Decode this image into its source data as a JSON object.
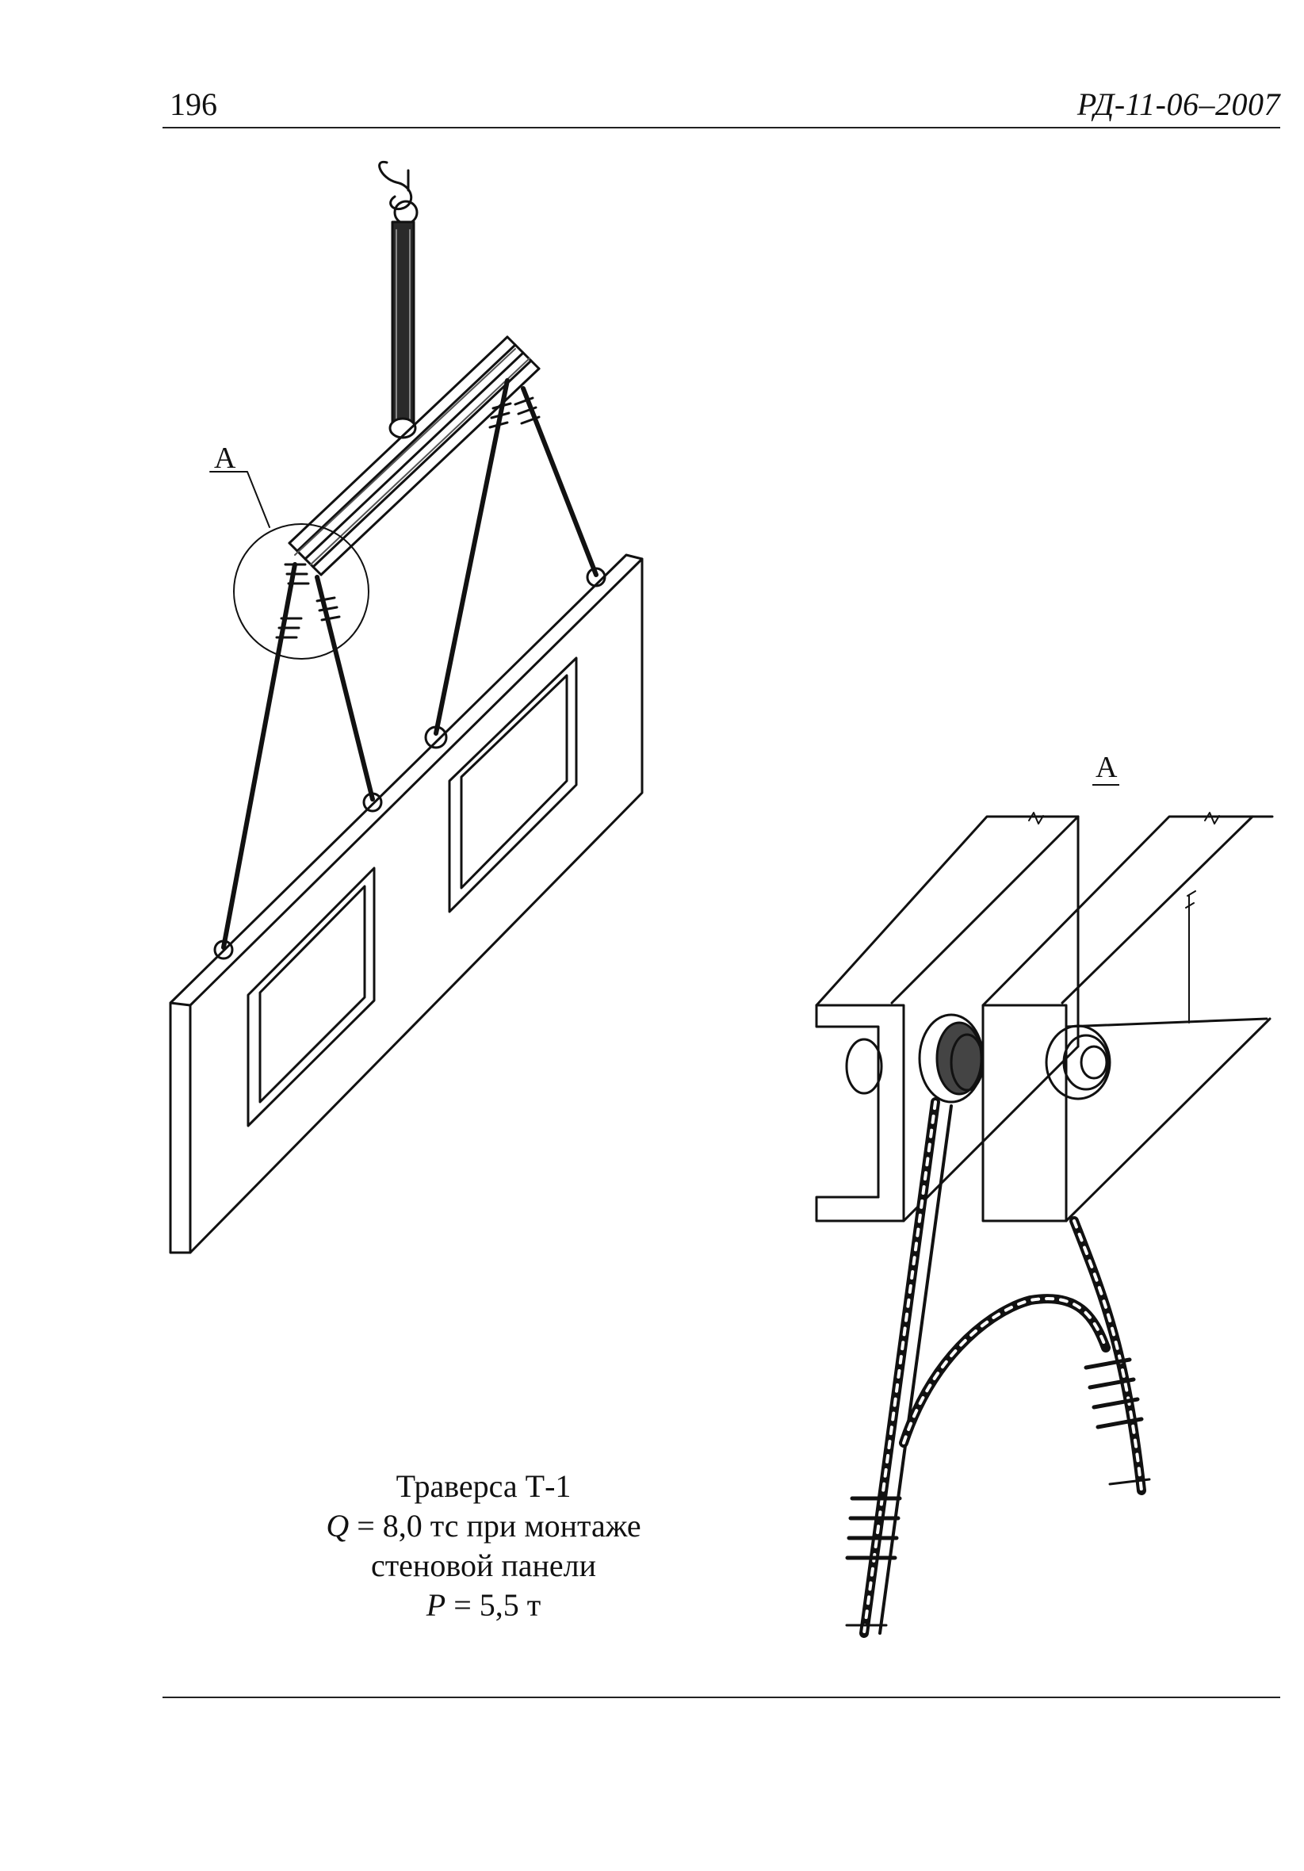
{
  "header": {
    "page_number": "196",
    "doc_code": "РД-11-06–2007"
  },
  "figure": {
    "callout_main": "А",
    "callout_detail": "А"
  },
  "caption": {
    "title": "Траверса Т-1",
    "load_symbol": "Q",
    "load_text": " = 8,0 тс при монтаже",
    "line3": "стеновой панели",
    "weight_symbol": "P",
    "weight_text": " = 5,5 т"
  }
}
